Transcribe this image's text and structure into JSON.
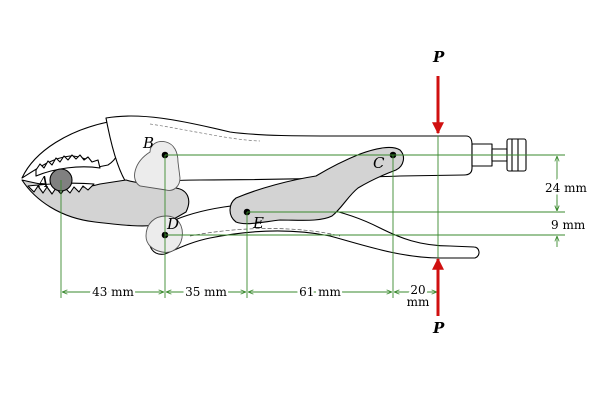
{
  "colors": {
    "force": "#d01010",
    "dimension": "#3a8a2e",
    "grey_part": "#d3d3d3",
    "light_part": "#ececec",
    "pin": "#808080"
  },
  "points": {
    "A": "A",
    "B": "B",
    "C": "C",
    "D": "D",
    "E": "E"
  },
  "force": {
    "top": "P",
    "bottom": "P"
  },
  "dimensions": {
    "horizontal": [
      "43 mm",
      "35 mm",
      "61 mm"
    ],
    "last_value": "20",
    "last_unit": "mm",
    "vertical": [
      "24 mm",
      "9 mm"
    ]
  }
}
